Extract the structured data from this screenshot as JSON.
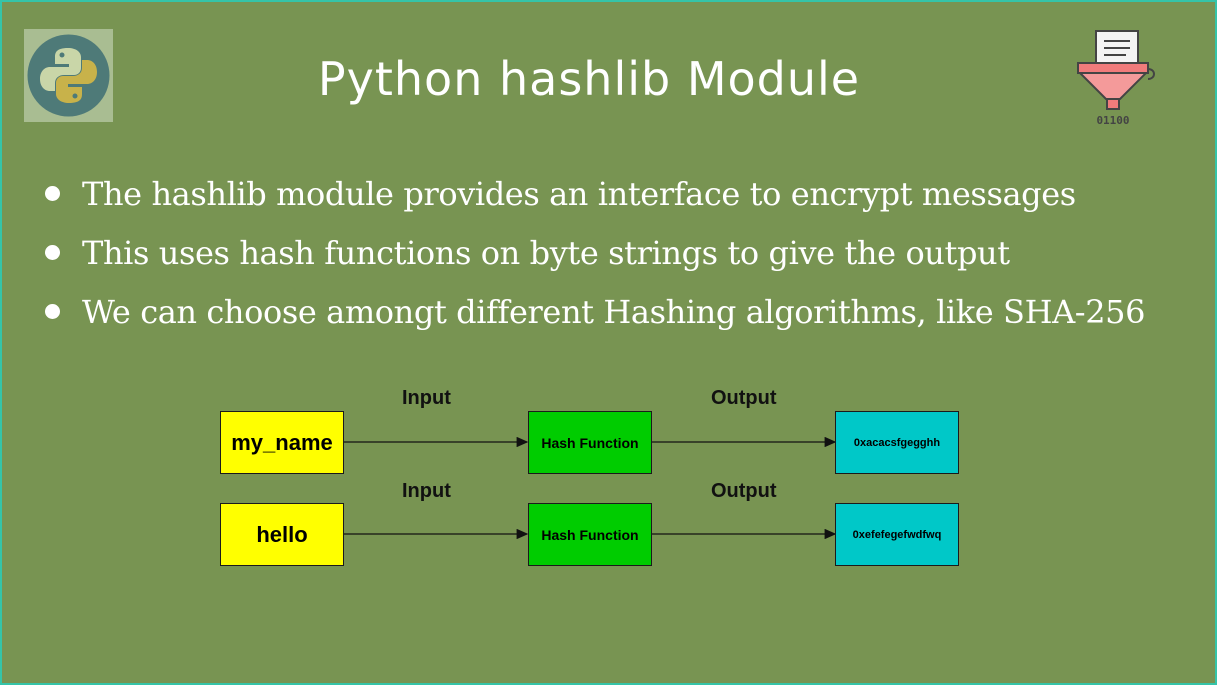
{
  "title": "Python hashlib Module",
  "bullets": [
    "The hashlib module provides an interface to encrypt messages",
    "This uses hash functions on byte strings to give the output",
    "We can choose amongt different Hashing algorithms, like SHA-256"
  ],
  "icons": {
    "left_logo": "python-logo-icon",
    "right_logo": "data-filter-funnel-icon",
    "right_logo_text": "01100"
  },
  "colors": {
    "background": "#789452",
    "input_box": "#ffff00",
    "hash_box": "#00cc00",
    "output_box": "#00c8c8"
  },
  "diagram": {
    "rows": [
      {
        "input_label": "Input",
        "output_label": "Output",
        "input": "my_name",
        "function": "Hash Function",
        "output": "0xacacsfgegghh"
      },
      {
        "input_label": "Input",
        "output_label": "Output",
        "input": "hello",
        "function": "Hash Function",
        "output": "0xefefegefwdfwq"
      }
    ]
  }
}
